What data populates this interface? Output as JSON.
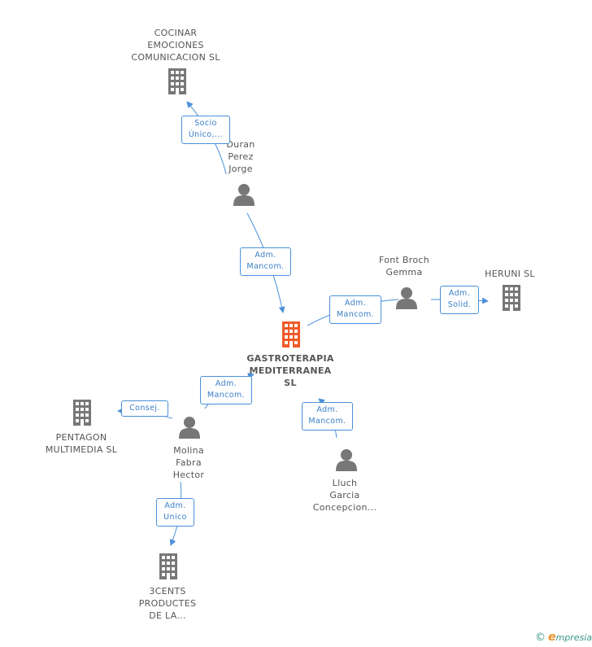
{
  "nodes": {
    "cocinar": {
      "lines": [
        "COCINAR",
        "EMOCIONES",
        "COMUNICACION SL"
      ],
      "type": "company"
    },
    "duran": {
      "lines": [
        "Duran",
        "Perez",
        "Jorge"
      ],
      "type": "person"
    },
    "gastro": {
      "lines": [
        "GASTROTERAPIA",
        "MEDITERRANEA",
        "SL"
      ],
      "type": "company-main"
    },
    "font": {
      "lines": [
        "Font Broch",
        "Gemma"
      ],
      "type": "person"
    },
    "heruni": {
      "lines": [
        "HERUNI SL"
      ],
      "type": "company"
    },
    "pentagon": {
      "lines": [
        "PENTAGON",
        "MULTIMEDIA  SL"
      ],
      "type": "company"
    },
    "molina": {
      "lines": [
        "Molina",
        "Fabra",
        "Hector"
      ],
      "type": "person"
    },
    "lluch": {
      "lines": [
        "Lluch",
        "Garcia",
        "Concepcion..."
      ],
      "type": "person"
    },
    "tres": {
      "lines": [
        "3CENTS",
        "PRODUCTES",
        "DE LA..."
      ],
      "type": "company"
    }
  },
  "relations": {
    "socio": [
      "Socio",
      "Único,..."
    ],
    "adm_duran": [
      "Adm.",
      "Mancom."
    ],
    "adm_font": [
      "Adm.",
      "Mancom."
    ],
    "solid": [
      "Adm.",
      "Solid."
    ],
    "adm_molina": [
      "Adm.",
      "Mancom."
    ],
    "consej": [
      "Consej."
    ],
    "adm_lluch": [
      "Adm.",
      "Mancom."
    ],
    "unico": [
      "Adm.",
      "Unico"
    ]
  },
  "footer": {
    "copyright": "©",
    "brand_e": "e",
    "brand_rest": "mpresia"
  },
  "colors": {
    "company": "#777777",
    "main": "#f05a28",
    "person": "#777777",
    "edge": "#4a90d9"
  }
}
